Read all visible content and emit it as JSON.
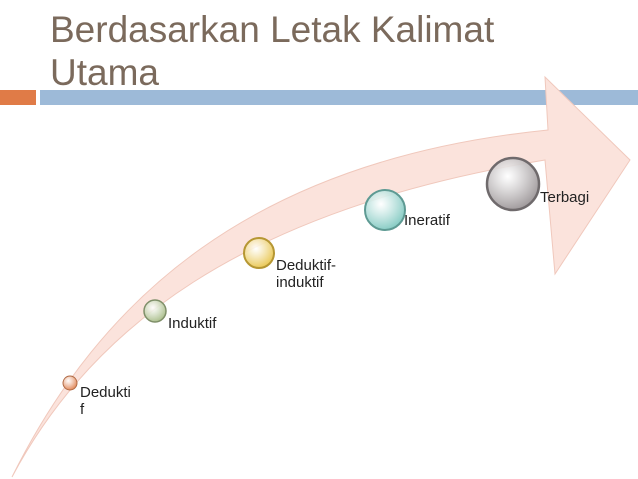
{
  "slide": {
    "title": "Berdasarkan Letak Kalimat\nUtama",
    "colors": {
      "title_text": "#7b6a5c",
      "accent_bar": "#e07b47",
      "main_bar": "#9dbad8",
      "arrow_fill": "#fbe3dc"
    }
  },
  "steps": [
    {
      "label": "Dedukti\nf",
      "color": "#e0814f"
    },
    {
      "label": "Induktif",
      "color": "#a6bb86"
    },
    {
      "label": "Deduktif-\ninduktif",
      "color": "#e8c44a"
    },
    {
      "label": "Ineratif",
      "color": "#7fc8c0"
    },
    {
      "label": "Terbagi",
      "color": "#9a9496"
    }
  ]
}
